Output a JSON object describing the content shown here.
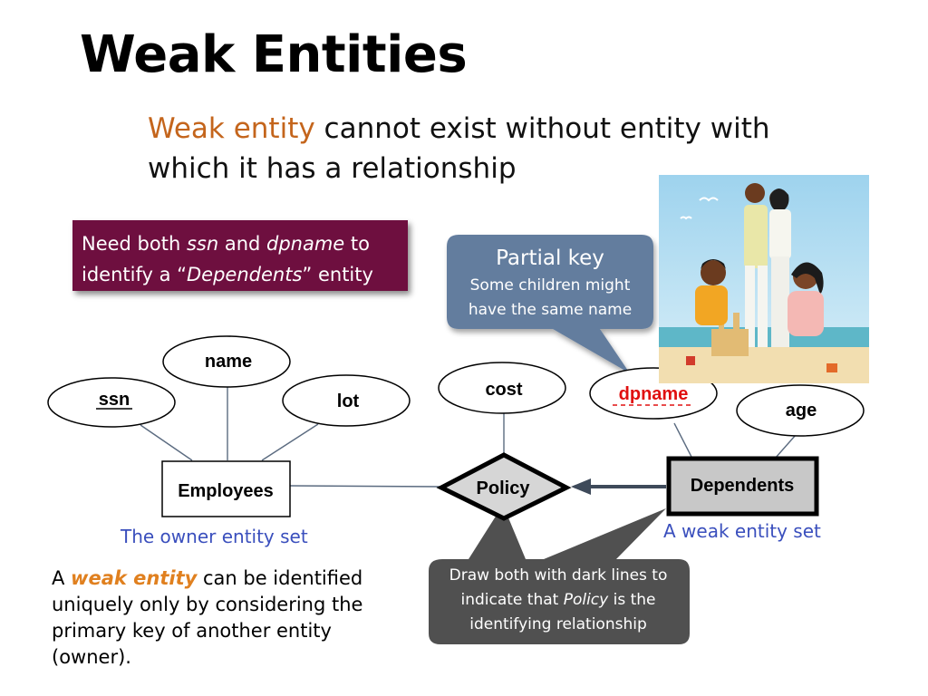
{
  "slide": {
    "title": "Weak Entities",
    "subtitle": {
      "accent": "Weak entity",
      "rest": " cannot exist without entity with which it has a relationship"
    },
    "note": {
      "p1": "Need both ",
      "ssn": "ssn",
      "p2": " and ",
      "dpname": "dpname",
      "p3": " to identify a “",
      "dependents": "Dependents",
      "p4": "” entity"
    },
    "callout_partial_key": {
      "head": "Partial key",
      "line1": "Some children might",
      "line2": "have the same name"
    },
    "callout_dark": {
      "p1": "Draw both with dark lines to indicate that ",
      "policy": "Policy",
      "p2": " is the identifying relationship"
    },
    "owner_label": "The owner entity set",
    "weak_label": "A weak entity set",
    "definition": {
      "p1": "A ",
      "accent": "weak entity",
      "p2": " can be identified uniquely only by considering the primary key of another entity (owner)."
    }
  },
  "diagram": {
    "entities": {
      "employees": "Employees",
      "dependents": "Dependents"
    },
    "relationship": "Policy",
    "attributes": {
      "ssn": "ssn",
      "name": "name",
      "lot": "lot",
      "cost": "cost",
      "dpname": "dpname",
      "age": "age"
    }
  },
  "colors": {
    "accent_orange": "#c4651c",
    "note_bg": "#6e0f3f",
    "callout_blue": "#647d9e",
    "callout_dark": "#505050",
    "label_blue": "#3a4fbd",
    "dpname_red": "#e01010",
    "arrow": "#3e4a5a"
  }
}
